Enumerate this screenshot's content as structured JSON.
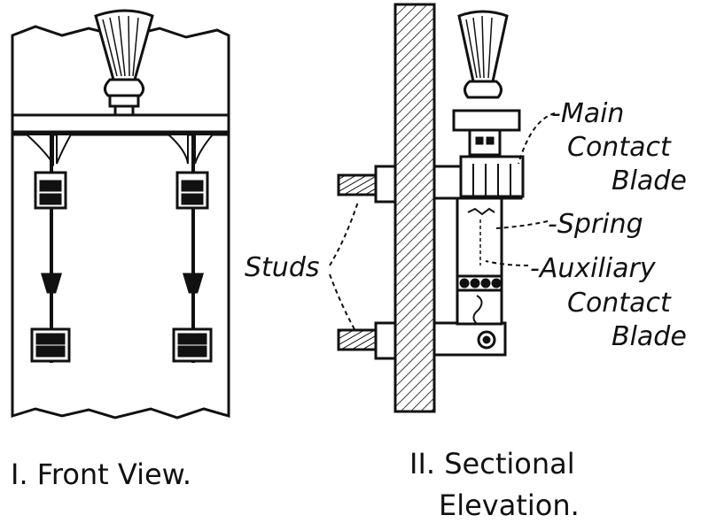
{
  "labels": {
    "main_contact_blade": [
      "-Main",
      "Contact",
      "Blade"
    ],
    "spring": "-Spring",
    "auxiliary_contact_blade": [
      "-Auxiliary",
      "Contact",
      "Blade"
    ],
    "studs": "Studs"
  },
  "captions": {
    "front_view": "I. Front View.",
    "sectional_elevation": [
      "II. Sectional",
      "Elevation."
    ]
  },
  "colors": {
    "ink": "#111111",
    "paper": "#ffffff"
  }
}
